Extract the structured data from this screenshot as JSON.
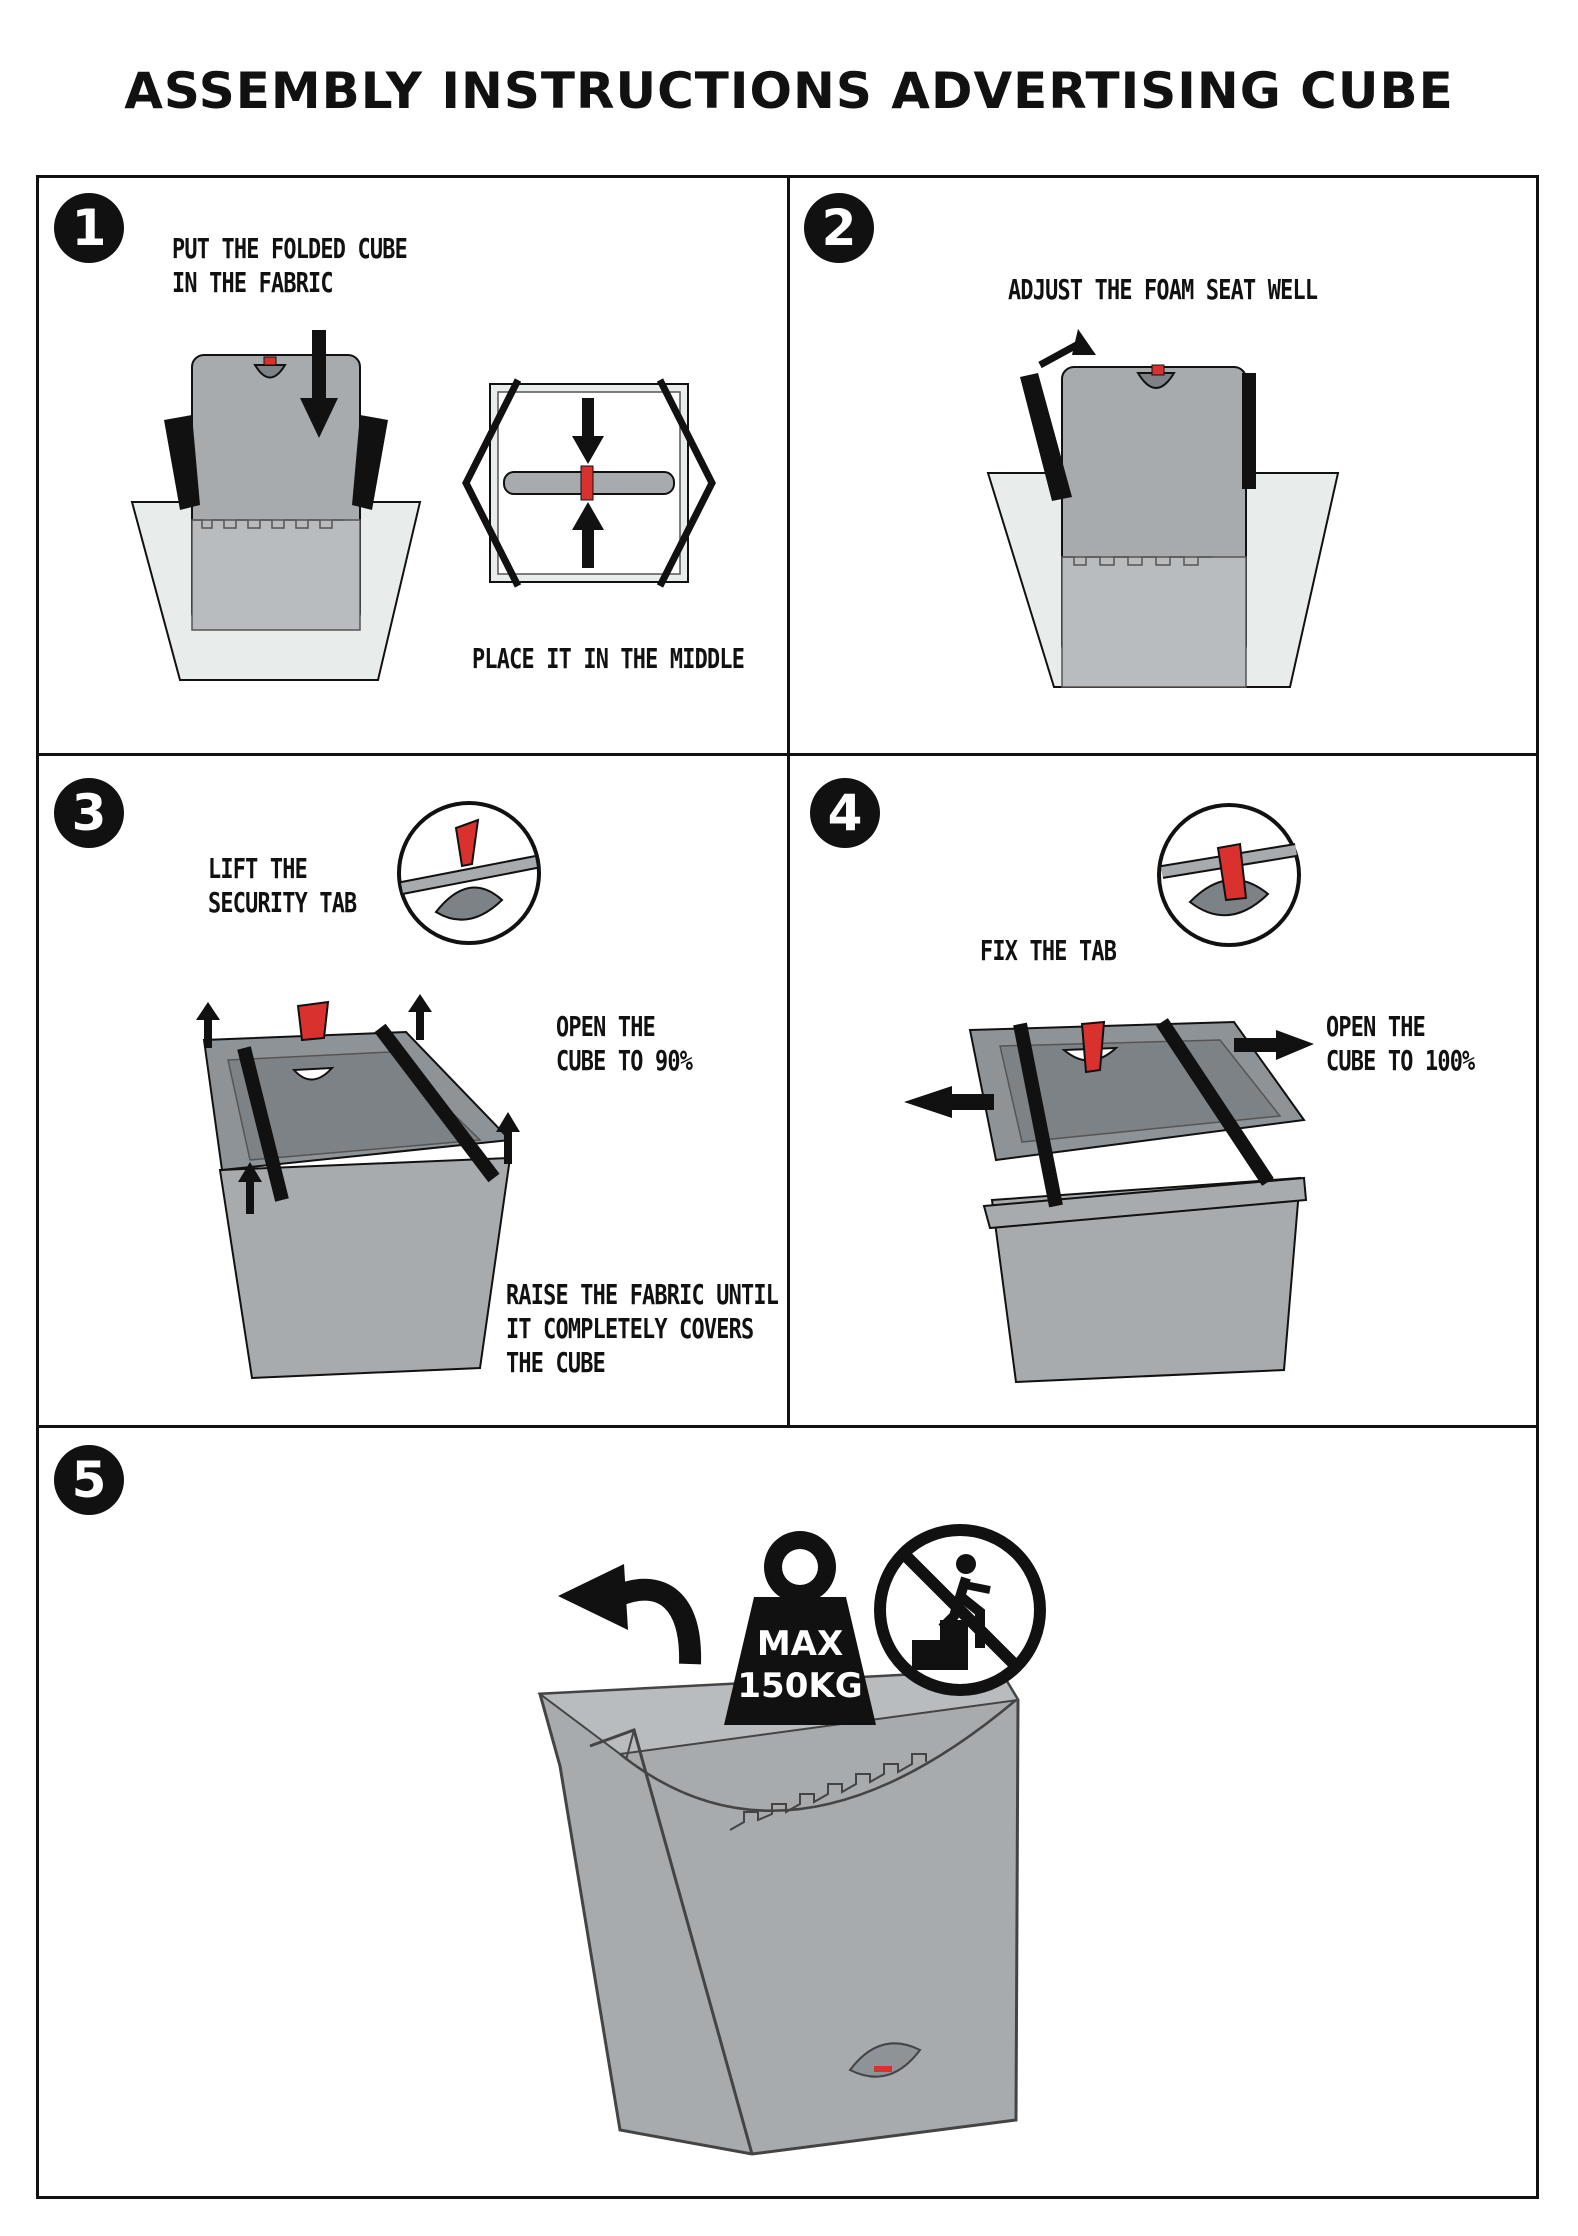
{
  "title": "ASSEMBLY INSTRUCTIONS ADVERTISING CUBE",
  "steps": [
    {
      "number": "1",
      "captions": [
        "PUT THE FOLDED CUBE\nIN THE FABRIC",
        "PLACE IT IN THE MIDDLE"
      ]
    },
    {
      "number": "2",
      "captions": [
        "ADJUST THE FOAM SEAT WELL"
      ]
    },
    {
      "number": "3",
      "captions": [
        "LIFT THE\nSECURITY TAB",
        "OPEN THE\nCUBE TO 90%",
        "RAISE THE FABRIC UNTIL\nIT COMPLETELY COVERS\nTHE CUBE"
      ]
    },
    {
      "number": "4",
      "captions": [
        "FIX THE TAB",
        "OPEN THE\nCUBE TO 100%"
      ]
    },
    {
      "number": "5",
      "captions": []
    }
  ],
  "weight_label": {
    "line1": "MAX",
    "line2": "150KG"
  },
  "icons": [
    "curved-arrow-icon",
    "weight-icon",
    "no-standing-icon"
  ],
  "colors": {
    "accent": "#d9322e",
    "cube_gray": "#a7abae",
    "dark_gray": "#7d8286",
    "line": "#111111"
  }
}
